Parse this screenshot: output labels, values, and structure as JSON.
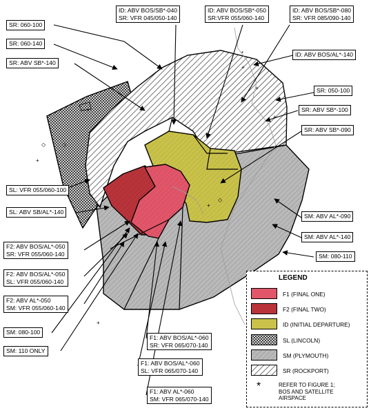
{
  "labels": [
    {
      "id": "sr-060-100",
      "lines": [
        "SR: 060-100"
      ]
    },
    {
      "id": "sr-060-140",
      "lines": [
        "SR: 060-140"
      ]
    },
    {
      "id": "sr-abv-sb-140",
      "lines": [
        "SR: ABV SB*-140"
      ]
    },
    {
      "id": "id-bos-sb-040",
      "lines": [
        "ID: ABV BOS/SB*-040",
        "SR: VFR 045/050-140"
      ]
    },
    {
      "id": "id-bos-sb-050",
      "lines": [
        "ID: ABV BOS/SB*-050",
        "SR:VFR 055/060-140"
      ]
    },
    {
      "id": "id-bos-sb-080",
      "lines": [
        "ID: ABV BOS/SB*-080",
        "SR: VFR 085/090-140"
      ]
    },
    {
      "id": "id-bos-al-140",
      "lines": [
        "ID: ABV BOS/AL*-140"
      ]
    },
    {
      "id": "sr-050-100",
      "lines": [
        "SR: 050-100"
      ]
    },
    {
      "id": "sr-abv-sb-100",
      "lines": [
        "SR: ABV SB*-100"
      ]
    },
    {
      "id": "sr-abv-sb-090",
      "lines": [
        "SR: ABV SB*-090"
      ]
    },
    {
      "id": "sl-vfr-055-100",
      "lines": [
        "SL: VFR 055/060-100"
      ]
    },
    {
      "id": "sl-abv-sbal-140",
      "lines": [
        "SL: ABV SB/AL*-140"
      ]
    },
    {
      "id": "sm-abv-al-090",
      "lines": [
        "SM: ABV AL*-090"
      ]
    },
    {
      "id": "sm-abv-al-140",
      "lines": [
        "SM: ABV AL*-140"
      ]
    },
    {
      "id": "sm-080-110",
      "lines": [
        "SM: 080-110"
      ]
    },
    {
      "id": "f2-bos-al-050-a",
      "lines": [
        "F2: ABV BOS/AL*-050",
        "SR: VFR 055/060-140"
      ]
    },
    {
      "id": "f2-bos-al-050-b",
      "lines": [
        "F2: ABV BOS/AL*-050",
        "SL: VFR 055/060-140"
      ]
    },
    {
      "id": "f2-abv-al-050",
      "lines": [
        "F2: ABV AL*-050",
        "SM: VFR 055/060-140"
      ]
    },
    {
      "id": "sm-080-100",
      "lines": [
        "SM: 080-100"
      ]
    },
    {
      "id": "sm-110-only",
      "lines": [
        "SM: 110 ONLY"
      ]
    },
    {
      "id": "f1-bos-al-060-a",
      "lines": [
        "F1: ABV BOS/AL*-060",
        "SR: VFR 065/070-140"
      ]
    },
    {
      "id": "f1-bos-al-060-b",
      "lines": [
        "F1: ABV BOS/AL*-060",
        "SL: VFR 065/070-140"
      ]
    },
    {
      "id": "f1-abv-al-060",
      "lines": [
        "F1: ABV AL*-060",
        "SM: VFR 065/070-140"
      ]
    }
  ],
  "legend": {
    "title": "LEGEND",
    "items": [
      {
        "name": "f1",
        "text": "F1 (FINAL ONE)",
        "fill": "#e2566a"
      },
      {
        "name": "f2",
        "text": "F2 (FINAL TWO)",
        "fill": "#b8343a"
      },
      {
        "name": "id",
        "text": "ID (INITIAL DEPARTURE)",
        "fill": "#c9c24a"
      },
      {
        "name": "sl",
        "text": "SL (LINCOLN)",
        "fill": "url(#pCross)"
      },
      {
        "name": "sm",
        "text": "SM (PLYMOUTH)",
        "fill": "url(#pSM)"
      },
      {
        "name": "sr",
        "text": "SR (ROCKPORT)",
        "fill": "url(#pSR)"
      }
    ],
    "note_symbol": "*",
    "note_lines": [
      "REFER TO FIGURE 1;",
      "BOS AND SATELLITE",
      "AIRSPACE"
    ]
  },
  "colors": {
    "f1": "#e2566a",
    "f2": "#b8343a",
    "id": "#c9c24a",
    "sm": "#b9b9b9"
  }
}
